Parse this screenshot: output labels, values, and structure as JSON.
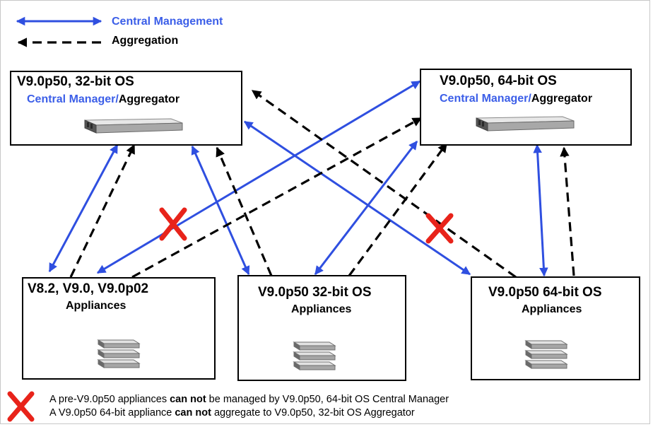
{
  "colors": {
    "central_management": "#2f4fe0",
    "aggregation": "#000000",
    "cross": "#e8231a",
    "manager_text": "#3b5ee8"
  },
  "legend": {
    "central_management_label": "Central Management",
    "aggregation_label": "Aggregation"
  },
  "managers": [
    {
      "title": "V9.0p50, 32-bit OS",
      "role_manager": "Central Manager",
      "role_separator": "/",
      "role_aggregator": "Aggregator",
      "icon": "rack-server-icon"
    },
    {
      "title": "V9.0p50, 64-bit OS",
      "role_manager": "Central Manager",
      "role_separator": "/",
      "role_aggregator": "Aggregator",
      "icon": "rack-server-icon"
    }
  ],
  "appliances": [
    {
      "title": "V8.2, V9.0, V9.0p02",
      "subtitle": "Appliances",
      "icon": "server-stack-icon"
    },
    {
      "title": "V9.0p50 32-bit OS",
      "subtitle": "Appliances",
      "icon": "server-stack-icon"
    },
    {
      "title": "V9.0p50 64-bit OS",
      "subtitle": "Appliances",
      "icon": "server-stack-icon"
    }
  ],
  "notes": [
    {
      "pre": "A pre-V9.0p50 appliances ",
      "bold": "can not",
      "post": " be managed  by V9.0p50, 64-bit OS Central Manager"
    },
    {
      "pre": "A V9.0p50 64-bit appliance ",
      "bold": "can not",
      "post": " aggregate to V9.0p50, 32-bit OS Aggregator"
    }
  ],
  "icons": {
    "blocked": "red-x-icon",
    "legend_management": "double-arrow-icon",
    "legend_aggregation": "dashed-arrow-icon"
  }
}
